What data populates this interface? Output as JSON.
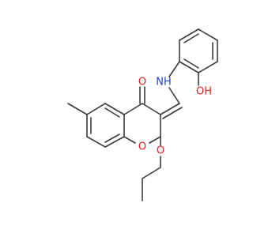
{
  "structure": {
    "atom_labels": {
      "nh": "NH",
      "oh": "OH",
      "carbonyl_o": "O",
      "ring_o": "O",
      "ether_o": "O"
    },
    "colors": {
      "bond": "#3a3a3a",
      "nitrogen": "#1f3fbf",
      "oxygen": "#e0201b",
      "background": "#ffffff"
    }
  }
}
